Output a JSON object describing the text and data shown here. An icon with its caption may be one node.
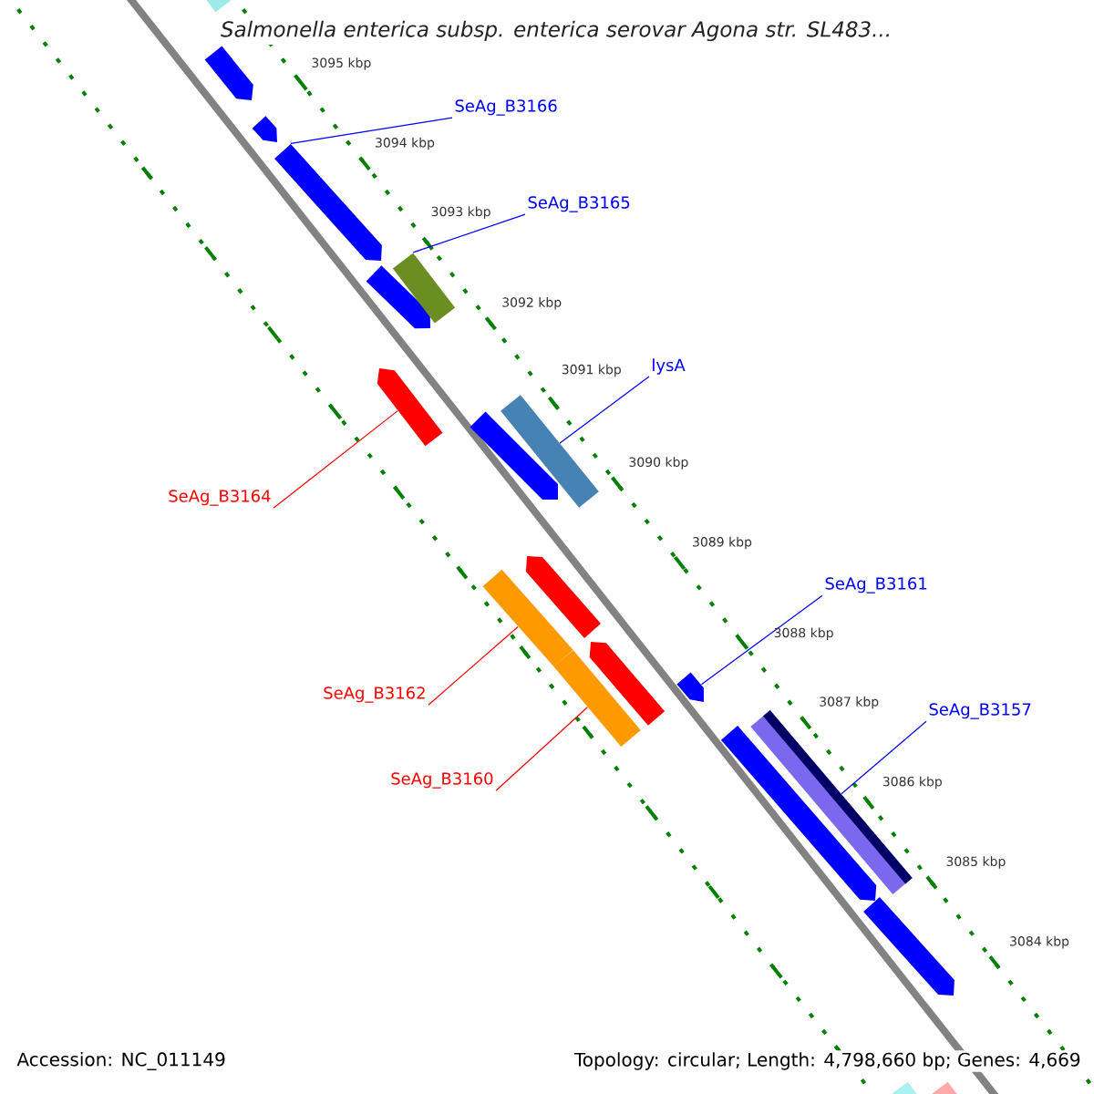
{
  "diagram": {
    "title": "Salmonella enterica subsp. enterica serovar Agona str. SL483...",
    "nodes": [
      {
        "text": [],
        "shape": "pentagon"
      },
      {
        "text": [],
        "shape": "bar"
      },
      {
        "text": [],
        "shape": "pentagon"
      },
      {
        "text": [],
        "shape": "pentagon"
      },
      {
        "text": [],
        "shape": "pentagon"
      },
      {
        "text": [],
        "shape": "bar"
      },
      {
        "text": [],
        "shape": "pentagon"
      },
      {
        "text": [],
        "shape": "pentagon"
      },
      {
        "text": [],
        "shape": "bar"
      },
      {
        "text": [],
        "shape": "pentagon"
      },
      {
        "text": [],
        "shape": "pentagon"
      },
      {
        "text": [],
        "shape": "bar"
      },
      {
        "text": [],
        "shape": "bar"
      },
      {
        "text": [],
        "shape": "pentagon"
      },
      {
        "text": [],
        "shape": "pentagon"
      },
      {
        "text": [],
        "shape": "bar"
      },
      {
        "text": [],
        "shape": "pentagon"
      },
      {
        "text": [],
        "shape": "bar"
      },
      {
        "text": [],
        "shape": "bar"
      },
      {
        "text": [
          "SeAg_B3166"
        ]
      },
      {
        "text": [
          "SeAg_B3165"
        ]
      },
      {
        "text": [
          "lysA"
        ]
      },
      {
        "text": [
          "SeAg_B3164"
        ]
      },
      {
        "text": [
          "SeAg_B3161"
        ]
      },
      {
        "text": [
          "SeAg_B3162"
        ]
      },
      {
        "text": [
          "SeAg_B3157"
        ]
      },
      {
        "text": [
          "SeAg_B3160"
        ]
      }
    ],
    "edges": [
      {
        "from": 19,
        "to": 3,
        "arrow": "none"
      },
      {
        "from": 20,
        "to": 5,
        "arrow": "none"
      },
      {
        "from": 21,
        "to": 8,
        "arrow": "none"
      },
      {
        "from": 22,
        "to": 6,
        "arrow": "none",
        "color": "#ff0000"
      },
      {
        "from": 23,
        "to": 13,
        "arrow": "none"
      },
      {
        "from": 24,
        "to": 11,
        "arrow": "none",
        "color": "#ff0000"
      },
      {
        "from": 25,
        "to": 15,
        "arrow": "none"
      },
      {
        "from": 26,
        "to": 12,
        "arrow": "none",
        "color": "#ff0000"
      }
    ],
    "labels": [
      "3095 kbp",
      "3094 kbp",
      "3093 kbp",
      "3092 kbp",
      "3091 kbp",
      "3090 kbp",
      "3089 kbp",
      "3088 kbp",
      "3087 kbp",
      "3086 kbp",
      "3085 kbp",
      "3084 kbp",
      "Accession: NC_011149",
      "Topology: circular; Length: 4,798,660 bp; Genes: 4,669"
    ]
  }
}
